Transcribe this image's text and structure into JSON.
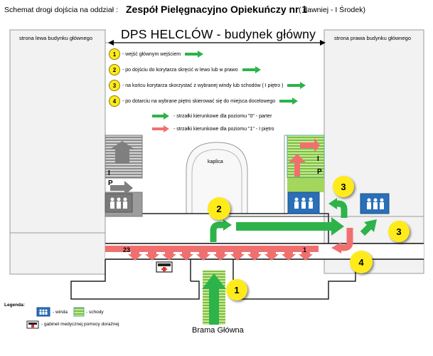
{
  "header": {
    "left": "Schemat drogi dojścia na oddział :",
    "title": "Zespół Pielęgnacyjno Opiekuńczy nr 1",
    "right": "( dawniej - I  Środek)"
  },
  "wings": {
    "left": "strona lewa budynku głównego",
    "right": "strona prawa budynku głównego"
  },
  "main_title": "DPS HELCLÓW - budynek główny",
  "steps": [
    {
      "num": "1",
      "text": "- wejść głównym wejściem"
    },
    {
      "num": "2",
      "text": "- po dojściu do korytarza skręcić w lewo lub w prawo"
    },
    {
      "num": "3",
      "text": "- na końcu korytarza skorzystać z wybranej windy lub schodów ( I piętro )"
    },
    {
      "num": "4",
      "text": "- po dotarciu na wybrane piętro skierować się do miejsca docelowego"
    }
  ],
  "arrow_legend": [
    {
      "text": "- strzałki kierunkowe dla poziomu \"0\" - parter",
      "color": "#2db34a"
    },
    {
      "text": "- strzałki kierunkowe dla poziomu \"1\" - I piętro",
      "color": "#f07070"
    }
  ],
  "chapel": "kaplica",
  "gate": "Brama Główna",
  "corridor": {
    "left_number": "23",
    "right_number": "1"
  },
  "markers": {
    "m1": "1",
    "m2": "2",
    "m3a": "3",
    "m3b": "3",
    "m4": "4"
  },
  "stairs_label": {
    "i": "I",
    "p": "P"
  },
  "legend": {
    "title": "Legenda:",
    "elevator": "- winda",
    "stairs": "- schody",
    "medical": "- gabinet medycznej pomocy doraźnej"
  },
  "colors": {
    "marker_yellow": "#ffeb1a",
    "green_arrow": "#2db34a",
    "red_arrow": "#f07070",
    "stairs_green": "#a3d65c",
    "elevator_blue": "#2a6fb8"
  }
}
